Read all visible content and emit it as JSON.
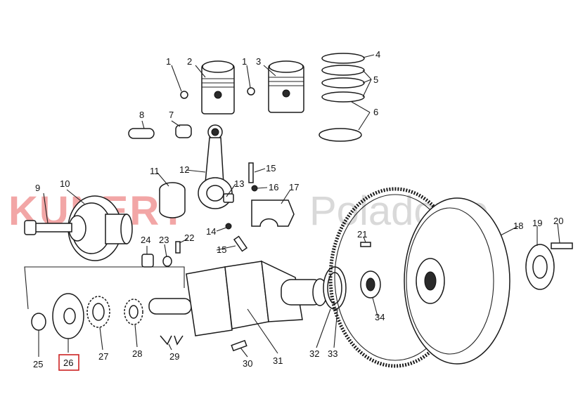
{
  "watermark": {
    "brand": "KUNERT",
    "place": "Poladowo"
  },
  "highlight_color": "#cc2222",
  "highlighted_part": "26",
  "callouts": [
    "1",
    "2",
    "1",
    "3",
    "4",
    "5",
    "6",
    "7",
    "8",
    "9",
    "10",
    "11",
    "12",
    "13",
    "14",
    "15",
    "15",
    "16",
    "17",
    "18",
    "19",
    "20",
    "21",
    "22",
    "23",
    "24",
    "25",
    "26",
    "27",
    "28",
    "29",
    "30",
    "31",
    "32",
    "33",
    "34"
  ]
}
